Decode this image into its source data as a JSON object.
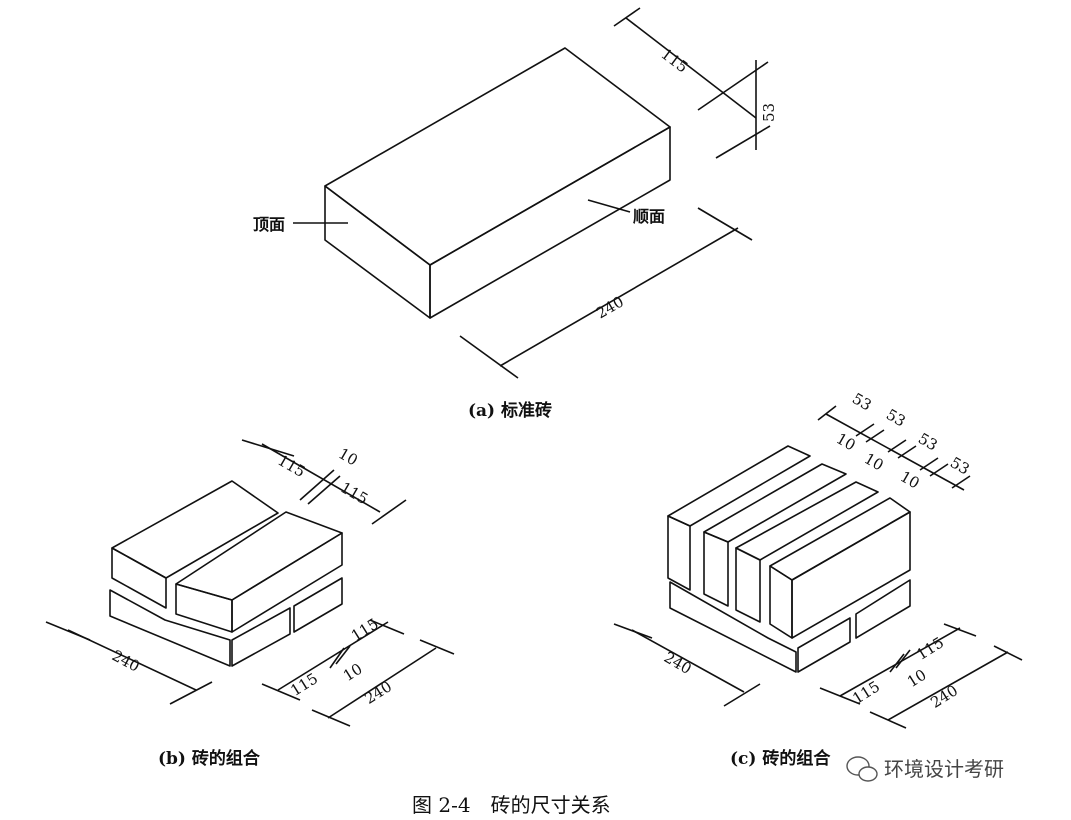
{
  "figure": {
    "caption": "图 2-4　砖的尺寸关系",
    "watermark": "环境设计考研"
  },
  "panel_a": {
    "caption": "(a) 标准砖",
    "label_top": "顶面",
    "label_side": "顺面",
    "dims": {
      "width": "115",
      "height": "53",
      "length": "240"
    }
  },
  "panel_b": {
    "caption": "(b) 砖的组合",
    "top_dims": [
      "115",
      "10",
      "115"
    ],
    "left_dim": "240",
    "right_dims": [
      "115",
      "10",
      "115"
    ],
    "right_total": "240"
  },
  "panel_c": {
    "caption": "(c) 砖的组合",
    "top_dims": [
      "53",
      "53",
      "53",
      "53"
    ],
    "gap_dims": [
      "10",
      "10",
      "10"
    ],
    "left_dim": "240",
    "right_dims": [
      "115",
      "10",
      "115"
    ],
    "right_total": "240"
  }
}
